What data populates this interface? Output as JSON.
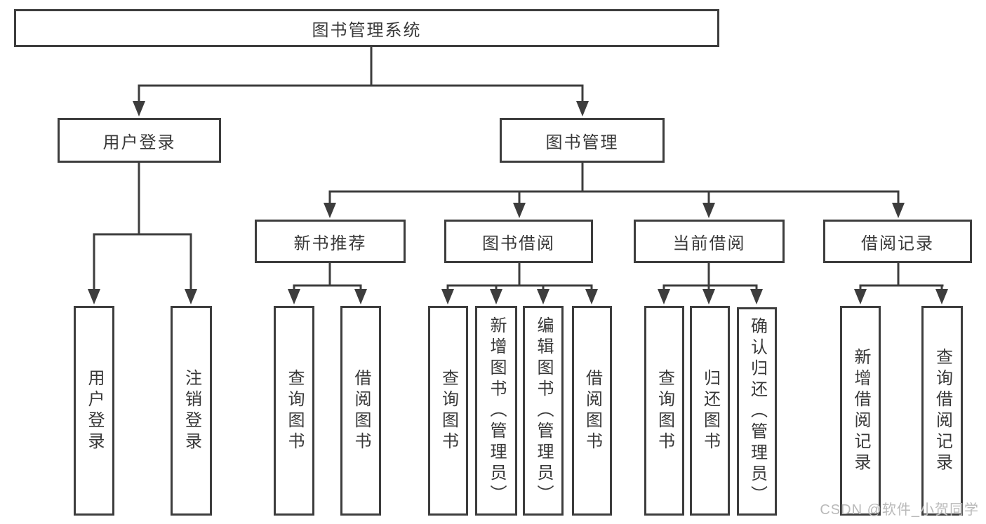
{
  "tree": {
    "root": {
      "label": "图书管理系统"
    },
    "level2": [
      {
        "label": "用户登录"
      },
      {
        "label": "图书管理"
      }
    ],
    "level3": [
      {
        "label": "新书推荐"
      },
      {
        "label": "图书借阅"
      },
      {
        "label": "当前借阅"
      },
      {
        "label": "借阅记录"
      }
    ],
    "leaves": {
      "login": [
        "用户登录",
        "注销登录"
      ],
      "newbook": [
        "查询图书",
        "借阅图书"
      ],
      "borrow": [
        "查询图书",
        "新增图书（管理员）",
        "编辑图书（管理员）",
        "借阅图书"
      ],
      "current": [
        "查询图书",
        "归还图书",
        "确认归还（管理员）"
      ],
      "records": [
        "新增借阅记录",
        "查询借阅记录"
      ]
    }
  },
  "watermark": {
    "text": "CSDN @软件_小贺同学"
  },
  "colors": {
    "line": "#3d3d3d",
    "text": "#383838",
    "background": "#ffffff",
    "watermark": "#b9b9b9"
  }
}
